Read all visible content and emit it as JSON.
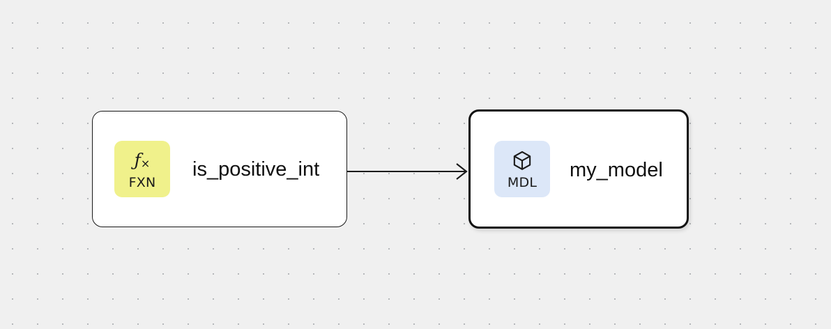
{
  "canvas": {
    "background_color": "#f0f0f0",
    "dot_color": "#b4b6b9",
    "dot_spacing": 36
  },
  "nodes": [
    {
      "id": "is_positive_int",
      "title": "is_positive_int",
      "badge": {
        "glyph_icon": "function-fx-icon",
        "glyph_f": "ƒ",
        "glyph_x": "×",
        "label": "FXN",
        "color": "#f0f18b"
      },
      "selected": false,
      "border_color": "#1a1a1a"
    },
    {
      "id": "my_model",
      "title": "my_model",
      "badge": {
        "glyph_icon": "cube-icon",
        "label": "MDL",
        "color": "#dce7f8"
      },
      "selected": true,
      "border_color": "#111111"
    }
  ],
  "edges": [
    {
      "id": "edge-fxn-to-mdl",
      "from": "is_positive_int",
      "to": "my_model",
      "arrow_icon": "arrow-right-icon",
      "color": "#1a1a1a"
    }
  ]
}
